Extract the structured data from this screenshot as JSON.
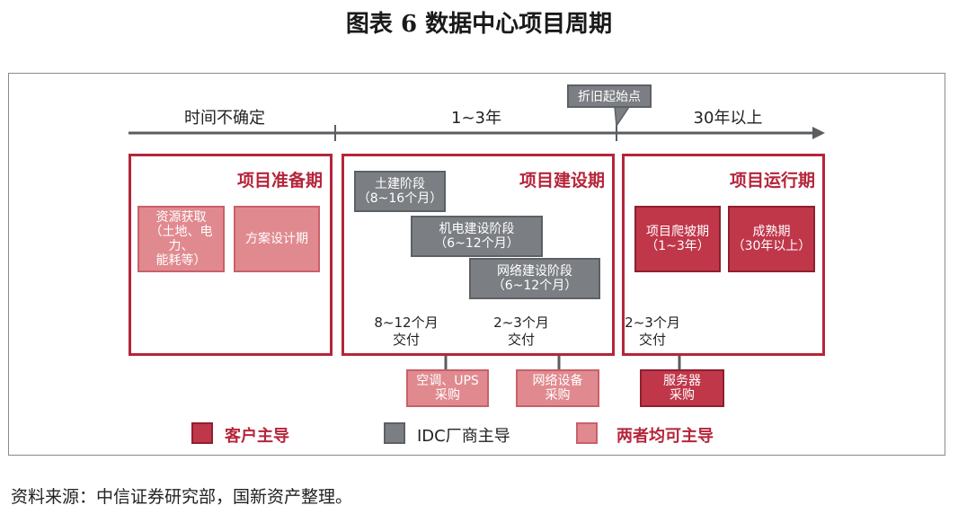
{
  "title": "图表 6  数据中心项目周期",
  "timeline": {
    "segments": [
      "时间不确定",
      "1~3年",
      "30年以上"
    ],
    "callout": "折旧起始点"
  },
  "phases": {
    "prep": {
      "title": "项目准备期",
      "boxes": [
        "资源获取\n（土地、电力、\n能耗等）",
        "方案设计期"
      ]
    },
    "build": {
      "title": "项目建设期",
      "stages": [
        "土建阶段\n（8~16个月）",
        "机电建设阶段\n（6~12个月）",
        "网络建设阶段\n（6~12个月）"
      ],
      "deliveries": [
        "8~12个月\n交付",
        "2~3个月\n交付"
      ],
      "procurements": [
        "空调、UPS\n采购",
        "网络设备\n采购"
      ]
    },
    "ops": {
      "title": "项目运行期",
      "boxes": [
        "项目爬坡期\n（1~3年）",
        "成熟期\n（30年以上）"
      ],
      "delivery": "2~3个月\n交付",
      "procurement": "服务器\n采购"
    }
  },
  "legend": [
    {
      "label": "客户主导",
      "color": "#c0374a"
    },
    {
      "label": "IDC厂商主导",
      "color": "#7b7e82"
    },
    {
      "label": "两者均可主导",
      "color": "#e08a8f"
    }
  ],
  "source": "资料来源：中信证券研究部，国新资产整理。"
}
